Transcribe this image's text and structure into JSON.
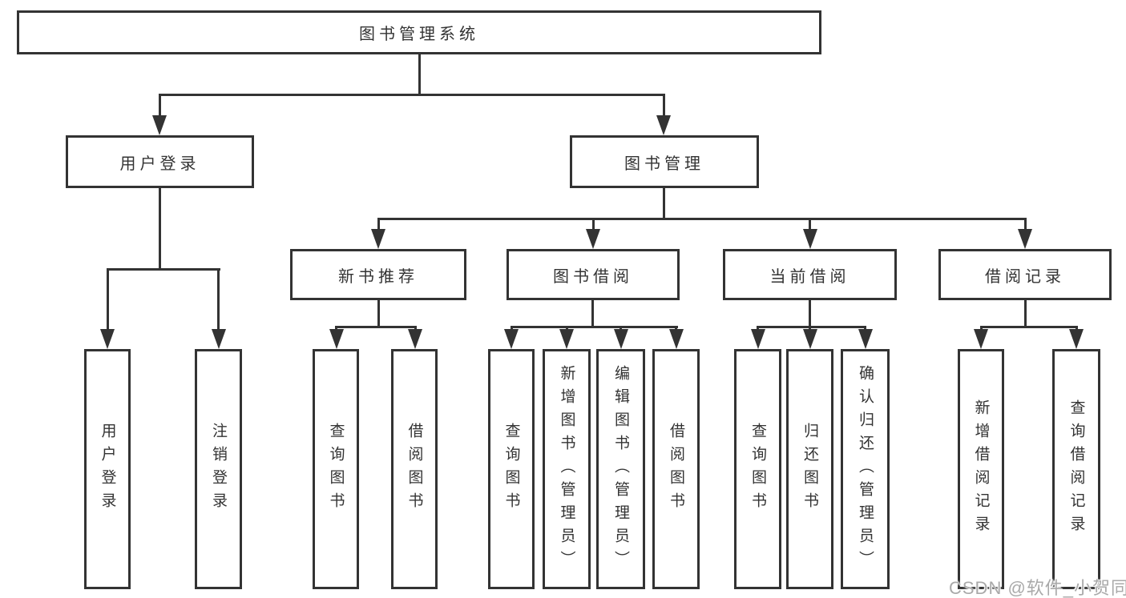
{
  "diagram": {
    "root": {
      "label": "图书管理系统"
    },
    "level1": {
      "user_login": {
        "label": "用户登录"
      },
      "book_mgmt": {
        "label": "图书管理"
      }
    },
    "level2": {
      "new_book": {
        "label": "新书推荐"
      },
      "book_borrow": {
        "label": "图书借阅"
      },
      "current_borrow": {
        "label": "当前借阅"
      },
      "borrow_record": {
        "label": "借阅记录"
      }
    },
    "leaves": {
      "login": {
        "label": "用户登录"
      },
      "logout": {
        "label": "注销登录"
      },
      "nb_query": {
        "label": "查询图书"
      },
      "nb_borrow": {
        "label": "借阅图书"
      },
      "bb_query": {
        "label": "查询图书"
      },
      "bb_add": {
        "label": "新增图书（管理员）"
      },
      "bb_edit": {
        "label": "编辑图书（管理员）"
      },
      "bb_borrow": {
        "label": "借阅图书"
      },
      "cb_query": {
        "label": "查询图书"
      },
      "cb_return": {
        "label": "归还图书"
      },
      "cb_confirm": {
        "label": "确认归还（管理员）"
      },
      "br_add": {
        "label": "新增借阅记录"
      },
      "br_query": {
        "label": "查询借阅记录"
      }
    },
    "colors": {
      "line": "#333333",
      "text": "#333333",
      "background": "#ffffff",
      "watermark": "#a9a9a9"
    }
  },
  "watermark": {
    "text": "CSDN @软件_小贺同学"
  }
}
